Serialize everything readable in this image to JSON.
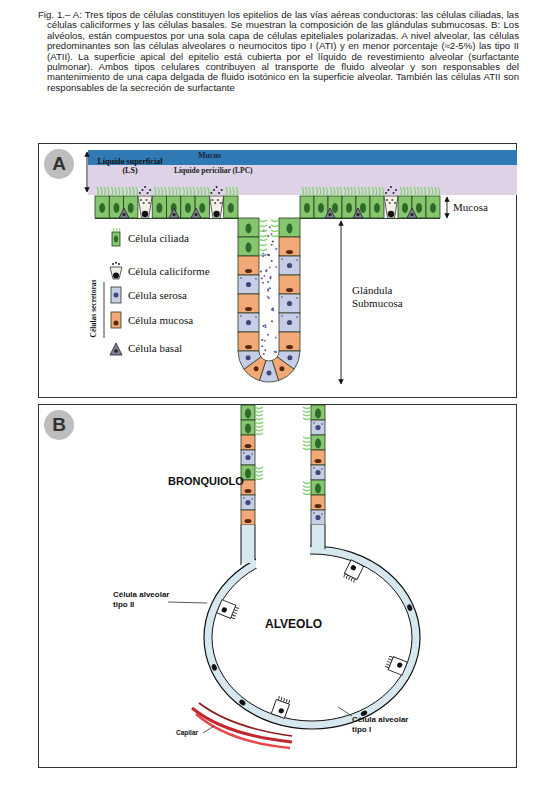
{
  "diagram": {
    "caption": "Fig. 1.– A: Tres tipos de células constituyen los epitelios de las vías aéreas conductoras: las células ciliadas, las células caliciformes y las células basales. Se muestran la composición de las glándulas submucosas. B: Los alvéolos, están compuestos por una sola capa de células epiteliales polarizadas. A nivel alveolar, las células predominantes son las células alveolares o neumocitos tipo I (ATI) y en menor porcentaje (≈2-5%) las tipo II (ATII). La superficie apical del epitelio está cubierta por el líquido de revestimiento alveolar (surfactante pulmonar). Ambos tipos celulares contribuyen al transporte de fluido alveolar y son responsables del mantenimiento de una capa delgada de fluido isotónico en la superficie alveolar. También las células ATII son responsables de la secreción de surfactante",
    "nodes": [
      {
        "text": [
          "A"
        ]
      },
      {
        "text": [
          "Mucus"
        ],
        "in": 0
      },
      {
        "text": [
          "Líquido periciliar (LPC)"
        ],
        "in": 0
      },
      {
        "text": [
          "B"
        ]
      },
      {
        "text": [
          "ALVEOLO"
        ],
        "in": 3
      }
    ],
    "labels": [
      "Líquido superficial (LS)",
      "Mucosa",
      "Glándula Submucosa",
      "Células secretoras",
      "BRONQUIOLO",
      "Célula alveolar tipo II",
      "Célula alveolar tipo I",
      "Capilar"
    ],
    "legend": [
      {
        "text": "Célula ciliada"
      },
      {
        "text": "Célula caliciforme"
      },
      {
        "text": "Célula serosa"
      },
      {
        "text": "Célula mucosa"
      },
      {
        "text": "Célula basal"
      }
    ]
  }
}
